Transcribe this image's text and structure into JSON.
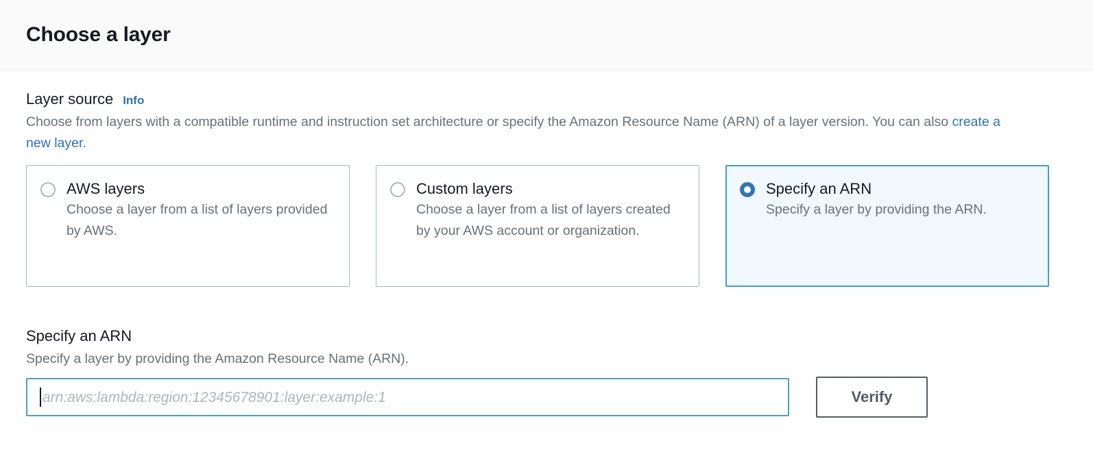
{
  "header": {
    "title": "Choose a layer"
  },
  "layer_source": {
    "label": "Layer source",
    "info_label": "Info",
    "description_part1": "Choose from layers with a compatible runtime and instruction set architecture or specify the Amazon Resource Name (ARN) of a layer version. You can also ",
    "description_link": "create a new layer",
    "description_part2": ".",
    "options": [
      {
        "title": "AWS layers",
        "description": "Choose a layer from a list of layers provided by AWS.",
        "selected": false
      },
      {
        "title": "Custom layers",
        "description": "Choose a layer from a list of layers created by your AWS account or organization.",
        "selected": false
      },
      {
        "title": "Specify an ARN",
        "description": "Specify a layer by providing the ARN.",
        "selected": true
      }
    ]
  },
  "arn_section": {
    "title": "Specify an ARN",
    "description": "Specify a layer by providing the Amazon Resource Name (ARN).",
    "input_value": "",
    "input_placeholder": "arn:aws:lambda:region:12345678901:layer:example:1",
    "verify_label": "Verify"
  },
  "colors": {
    "accent_blue": "#2d72b8",
    "selected_border": "#3c9fd0",
    "selected_fill": "#f1f8fe",
    "radio_checked": "#2e73b8",
    "input_focus_border": "#4a9ec8",
    "button_border": "#545b64",
    "tile_border": "#aab7b8",
    "secondary_text": "#687078",
    "primary_text": "#16191f",
    "header_bg": "#fafafa"
  }
}
